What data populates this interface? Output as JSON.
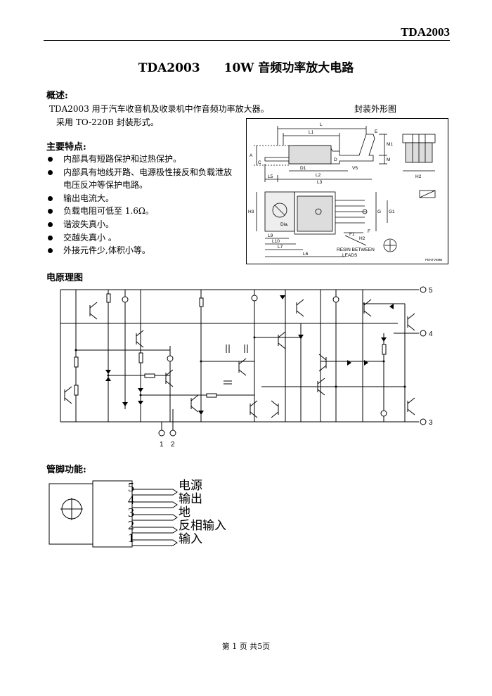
{
  "header": {
    "code": "TDA2003"
  },
  "title": {
    "model": "TDA2003",
    "description": "10W 音频功率放大电路"
  },
  "overview": {
    "heading": "概述:",
    "line1": "TDA2003 用于汽车收音机及收录机中作音频功率放大器。",
    "line2": "采用 TO-220B 封装形式。",
    "package_caption": "封装外形图"
  },
  "features": {
    "heading": "主要特点:",
    "items": [
      "内部具有短路保护和过热保护。",
      "内部具有地线开路、电源极性接反和负载泄放",
      "电压反冲等保护电路。",
      "输出电流大。",
      "负载电阻可低至 1.6Ω。",
      "谐波失真小。",
      "交越失真小 。",
      "外接元件少,体积小等。"
    ],
    "bullet_flags": [
      true,
      true,
      false,
      true,
      true,
      true,
      true,
      true
    ]
  },
  "package_drawing": {
    "labels": {
      "L": "L",
      "L1": "L1",
      "E": "E",
      "M1": "M1",
      "A": "A",
      "C": "C",
      "D1": "D1",
      "D": "D",
      "V5": "V5",
      "M": "M",
      "L2": "L2",
      "L5": "L5",
      "L3": "L3",
      "H2": "H2",
      "H3": "H3",
      "Dia": "Dia.",
      "G": "G",
      "G1": "G1",
      "L9": "L9",
      "L10": "L10",
      "L7": "L7",
      "L6": "L6",
      "F1": "F1",
      "F": "F",
      "H2b": "H2",
      "resin1": "RESIN BETWEEN",
      "resin2": "LEADS",
      "code": "PENTV6MB"
    }
  },
  "schematic": {
    "heading": "电原理图",
    "pin_labels": [
      "5",
      "4",
      "3",
      "1",
      "2"
    ]
  },
  "pin_functions": {
    "heading": "管脚功能:",
    "pins": [
      {
        "number": "5",
        "name": "电源"
      },
      {
        "number": "4",
        "name": "输出"
      },
      {
        "number": "3",
        "name": "地"
      },
      {
        "number": "2",
        "name": "反相输入"
      },
      {
        "number": "1",
        "name": "输入"
      }
    ]
  },
  "footer": {
    "text": "第 1 页 共5页"
  }
}
